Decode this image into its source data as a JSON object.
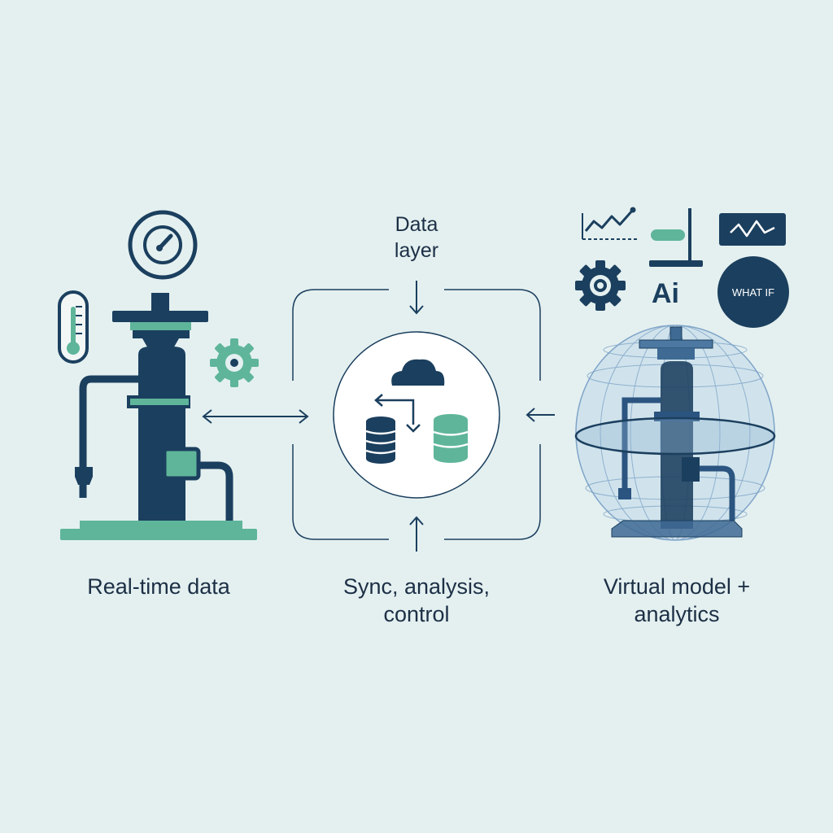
{
  "colors": {
    "background": "#e4f0f0",
    "navy": "#1b3f5e",
    "teal": "#5fb59a",
    "ghost_blue": "#8fb4d4",
    "text": "#1c2f45"
  },
  "labels": {
    "data_layer_line1": "Data",
    "data_layer_line2": "layer",
    "physical_caption": "Real-time data",
    "hub_caption_line1": "Sync, analysis,",
    "hub_caption_line2": "control",
    "twin_caption_line1": "Virtual model +",
    "twin_caption_line2": "analytics",
    "ai_label": "Ai",
    "what_if_label": "WHAT IF"
  },
  "icons": {
    "physical": [
      "gauge-icon",
      "thermometer-icon",
      "gear-icon",
      "pump-machine"
    ],
    "hub": [
      "cloud-icon",
      "database-icon",
      "database-icon",
      "sync-arrow-icon"
    ],
    "twin": [
      "line-chart-icon",
      "slider-icon",
      "monitor-chart-icon",
      "gear-icon",
      "ai-icon",
      "what-if-badge",
      "wireframe-sphere-twin"
    ]
  }
}
